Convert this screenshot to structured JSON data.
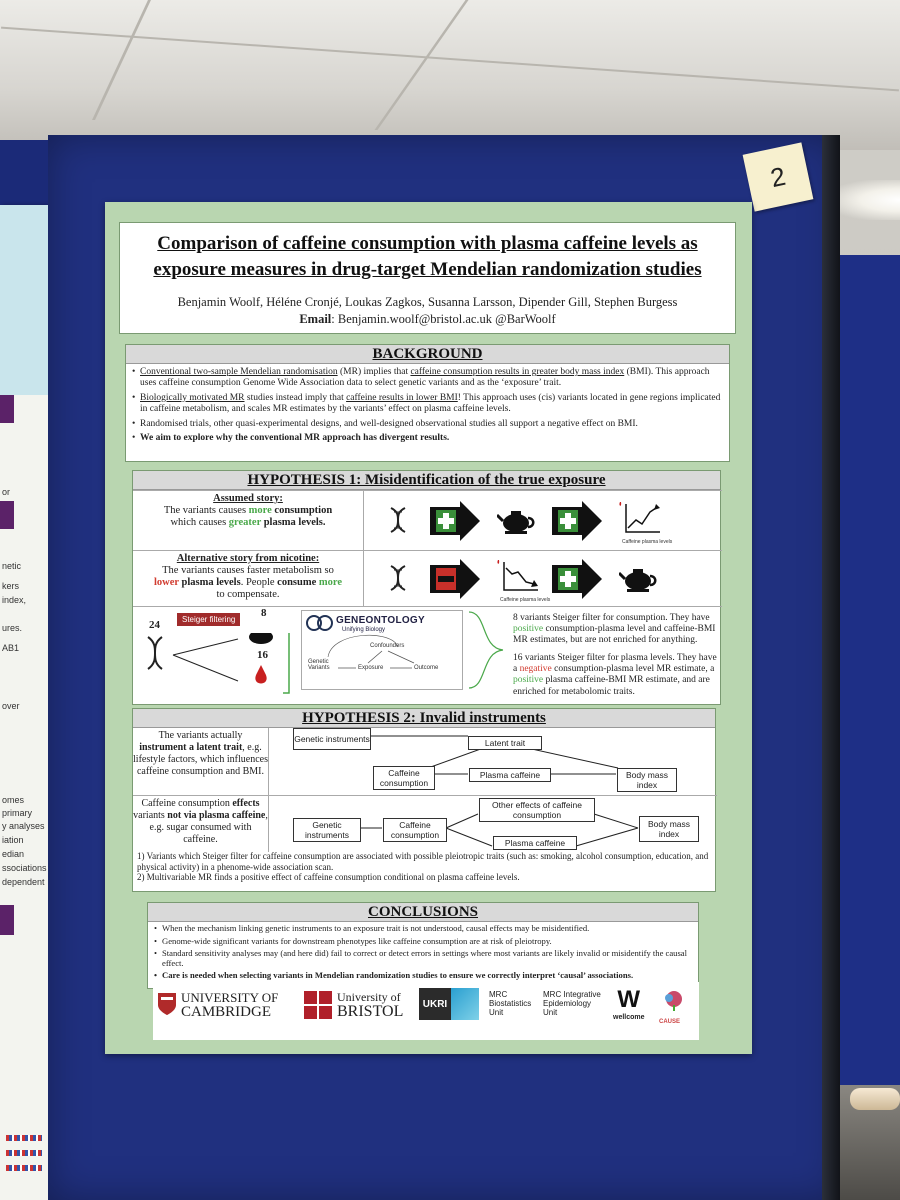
{
  "sticky_note": "2",
  "poster": {
    "title_line1": "Comparison of caffeine consumption with plasma caffeine levels as",
    "title_line2": "exposure measures in drug-target Mendelian randomization studies",
    "authors": "Benjamin Woolf, Héléne Cronjé, Loukas Zagkos, Susanna Larsson, Dipender Gill, Stephen Burgess",
    "email_label": "Email",
    "email_value": ": Benjamin.woolf@bristol.ac.uk  @BarWoolf"
  },
  "background": {
    "title": "BACKGROUND",
    "b1_a": "Conventional two-sample Mendelian randomisation",
    "b1_b": " (MR) implies that ",
    "b1_c": "caffeine consumption results in greater body mass index",
    "b1_d": " (BMI). This approach uses caffeine consumption Genome Wide Association data to select genetic variants and as the ‘exposure’ trait.",
    "b2_a": "Biologically motivated MR",
    "b2_b": " studies instead imply that ",
    "b2_c": "caffeine results in lower BMI",
    "b2_d": "! This approach uses (cis) variants located in gene regions implicated in caffeine metabolism, and scales MR estimates by the variants’ effect on plasma caffeine levels.",
    "b3": "Randomised trials, other quasi-experimental designs, and well-designed observational studies all support a negative effect on BMI.",
    "b4": "We aim to explore why the conventional MR approach has divergent results."
  },
  "hypothesis1": {
    "title": "HYPOTHESIS 1: Misidentification of the true exposure",
    "assumed_title": "Assumed story:",
    "assumed_1": "The variants causes ",
    "assumed_more": "more",
    "assumed_2": " consumption",
    "assumed_3": "which causes ",
    "assumed_greater": "greater",
    "assumed_4": " plasma levels.",
    "alt_title": "Alternative story from nicotine:",
    "alt_1": "The variants causes faster metabolism so",
    "alt_lower": "lower",
    "alt_2": " plasma levels",
    "alt_3": ". People ",
    "alt_consume": "consume",
    "alt_more": " more",
    "alt_4": "to compensate.",
    "chart_caption": "Caffeine plasma levels",
    "steiger_label": "Steiger filtering",
    "n_total": "24",
    "n_consumption": "8",
    "n_plasma": "16",
    "go_logo": "GENEONTOLOGY",
    "go_sub": "Unifying Biology",
    "go_confounders": "Confounders",
    "go_genetic": "Genetic Variants",
    "go_exposure": "Exposure",
    "go_outcome": "Outcome",
    "r1_a": "8 variants Steiger filter for consumption. They have ",
    "r1_positive": "positive",
    "r1_b": " consumption-plasma level and caffeine-BMI MR estimates, but are not enriched for anything.",
    "r2_a": "16 variants Steiger filter for plasma levels. They have a ",
    "r2_negative": "negative",
    "r2_b": " consumption-plasma level MR estimate, a ",
    "r2_positive": "positive",
    "r2_c": " plasma caffeine-BMI MR estimate, and are enriched for metabolomic traits."
  },
  "hypothesis2": {
    "title": "HYPOTHESIS 2: Invalid instruments",
    "left1_a": "The variants actually",
    "left1_b": "instrument a latent trait",
    "left1_c": ", e.g. lifestyle factors, which influences caffeine consumption and BMI.",
    "left2_a": "Caffeine consumption ",
    "left2_b": "effects",
    "left2_c": " variants ",
    "left2_d": "not via plasma caffeine",
    "left2_e": ", e.g. sugar consumed with caffeine.",
    "d1_genetic": "Genetic instruments",
    "d1_latent": "Latent trait",
    "d1_caffeine": "Caffeine consumption",
    "d1_plasma": "Plasma caffeine",
    "d1_bmi": "Body mass index",
    "d2_genetic": "Genetic instruments",
    "d2_caffeine": "Caffeine consumption",
    "d2_other": "Other effects of caffeine consumption",
    "d2_plasma": "Plasma caffeine",
    "d2_bmi": "Body mass index",
    "note1": "1)    Variants which Steiger filter for caffeine consumption are associated with possible pleiotropic traits (such as: smoking, alcohol consumption, education, and physical activity) in a phenome-wide association scan.",
    "note2": "2)    Multivariable MR finds a positive effect of caffeine consumption conditional on plasma caffeine levels."
  },
  "conclusions": {
    "title": "CONCLUSIONS",
    "c1": "When the mechanism linking genetic instruments to an exposure trait is not understood, causal effects may be misidentified.",
    "c2": "Genome-wide significant variants for downstream phenotypes like caffeine consumption are at risk of pleiotropy.",
    "c3": "Standard sensitivity analyses may (and here did) fail to correct or detect errors in settings where most variants are likely invalid or misidentify the causal effect.",
    "c4": "Care is needed when selecting variants in Mendelian randomization studies to ensure we correctly interpret ‘causal’ associations."
  },
  "logos": {
    "cambridge_1": "UNIVERSITY OF",
    "cambridge_2": "CAMBRIDGE",
    "bristol_1": "University of",
    "bristol_2": "BRISTOL",
    "ukri": "UKRI",
    "mrc_bsu_1": "MRC",
    "mrc_bsu_2": "Biostatistics",
    "mrc_bsu_3": "Unit",
    "mrc_ieu_1": "MRC Integrative",
    "mrc_ieu_2": "Epidemiology",
    "mrc_ieu_3": "Unit",
    "wellcome_mark": "W",
    "wellcome": "wellcome",
    "logo_last": "CAUSE"
  },
  "neighbour_fragments": [
    "or",
    "netic",
    "kers",
    "index,",
    "ures.",
    "AB1",
    "over",
    "omes",
    "primary",
    "y analyses",
    "iation",
    "edian",
    "ssociations",
    "dependent"
  ],
  "colors": {
    "board": "#20307f",
    "poster_bg": "#b9d6b0",
    "green_accent": "#4aa84a",
    "red_accent": "#d13b2f"
  }
}
